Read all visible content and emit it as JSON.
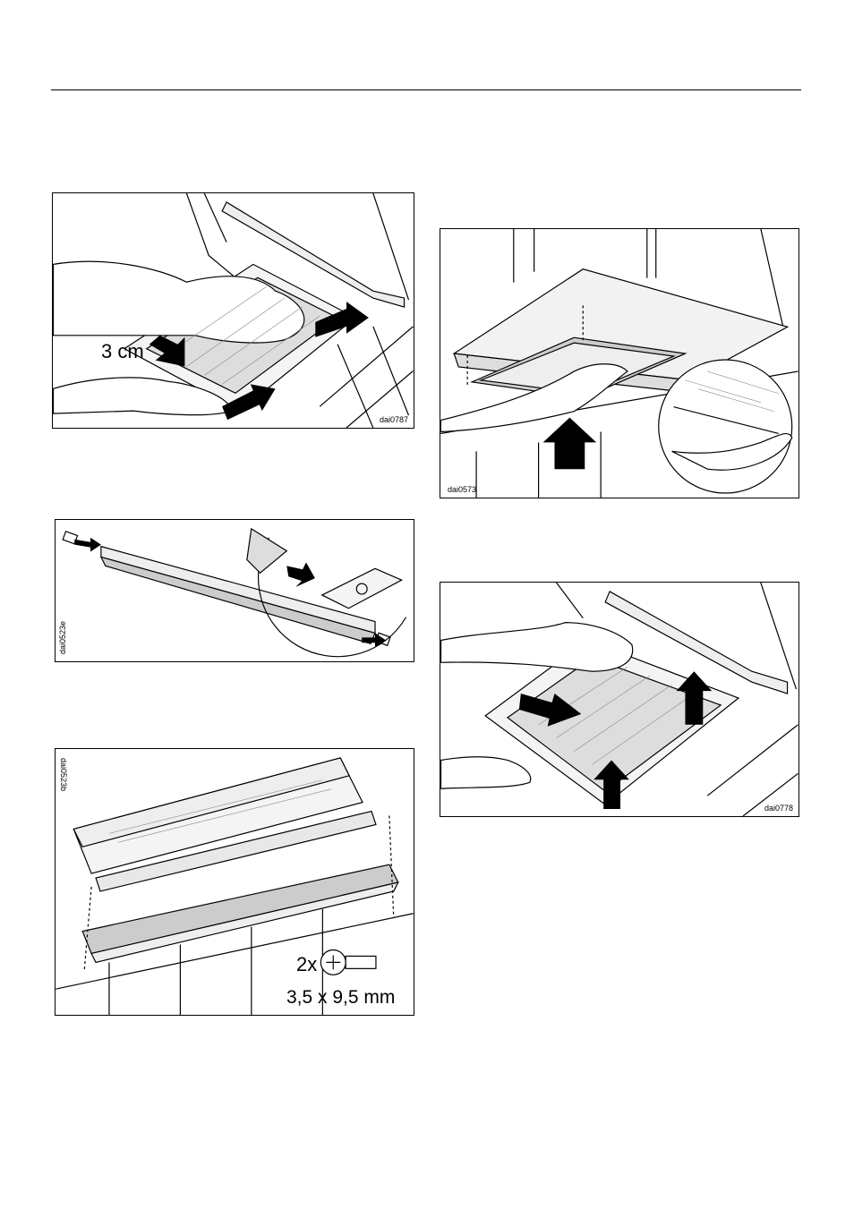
{
  "figures": [
    {
      "id": "fig1",
      "label": "dai0787",
      "callout": "3 cm"
    },
    {
      "id": "fig2",
      "label": "dai0573"
    },
    {
      "id": "fig3",
      "label": "dai0523e"
    },
    {
      "id": "fig4",
      "label": "dai0778"
    },
    {
      "id": "fig5",
      "label": "dai0523b",
      "quantity": "2x",
      "screw_size": "3,5 x 9,5 mm"
    }
  ]
}
